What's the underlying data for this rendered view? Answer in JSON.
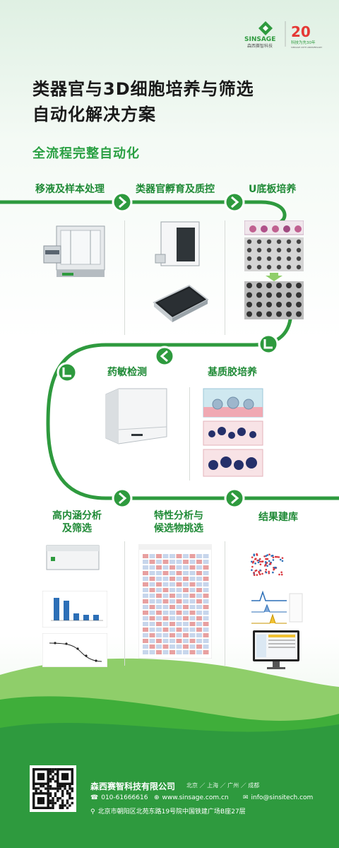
{
  "brand": {
    "name": "SINSAGE",
    "name_cn": "森西赛智科技",
    "anniversary_number": "20",
    "anniversary_text": "科技为先30年",
    "anniversary_small": "SINSAGE 20TH ANNIVERSARY"
  },
  "title": {
    "line1": "类器官与3D细胞培养与筛选",
    "line2": "自动化解决方案"
  },
  "subtitle": "全流程完整自动化",
  "steps": {
    "s1": "移液及样本处理",
    "s2": "类器官孵育及质控",
    "s3": "U底板培养",
    "s4": "药敏检测",
    "s5": "基质胶培养",
    "s6a": "高内涵分析",
    "s6b": "及筛选",
    "s7a": "特性分析与",
    "s7b": "候选物挑选",
    "s8": "结果建库"
  },
  "colors": {
    "brand_green": "#2e9a3e",
    "accent_green": "#2aa043",
    "title_dark": "#1a1a1a"
  },
  "footer": {
    "company": "森西赛智科技有限公司",
    "cities": "北京 ／ 上海 ／ 广州 ／ 成都",
    "phone": "010-61666616",
    "website": "www.sinsage.com.cn",
    "email": "info@sinsitech.com",
    "address": "北京市朝阳区北苑东路19号院中国铁建广场B座27层"
  }
}
